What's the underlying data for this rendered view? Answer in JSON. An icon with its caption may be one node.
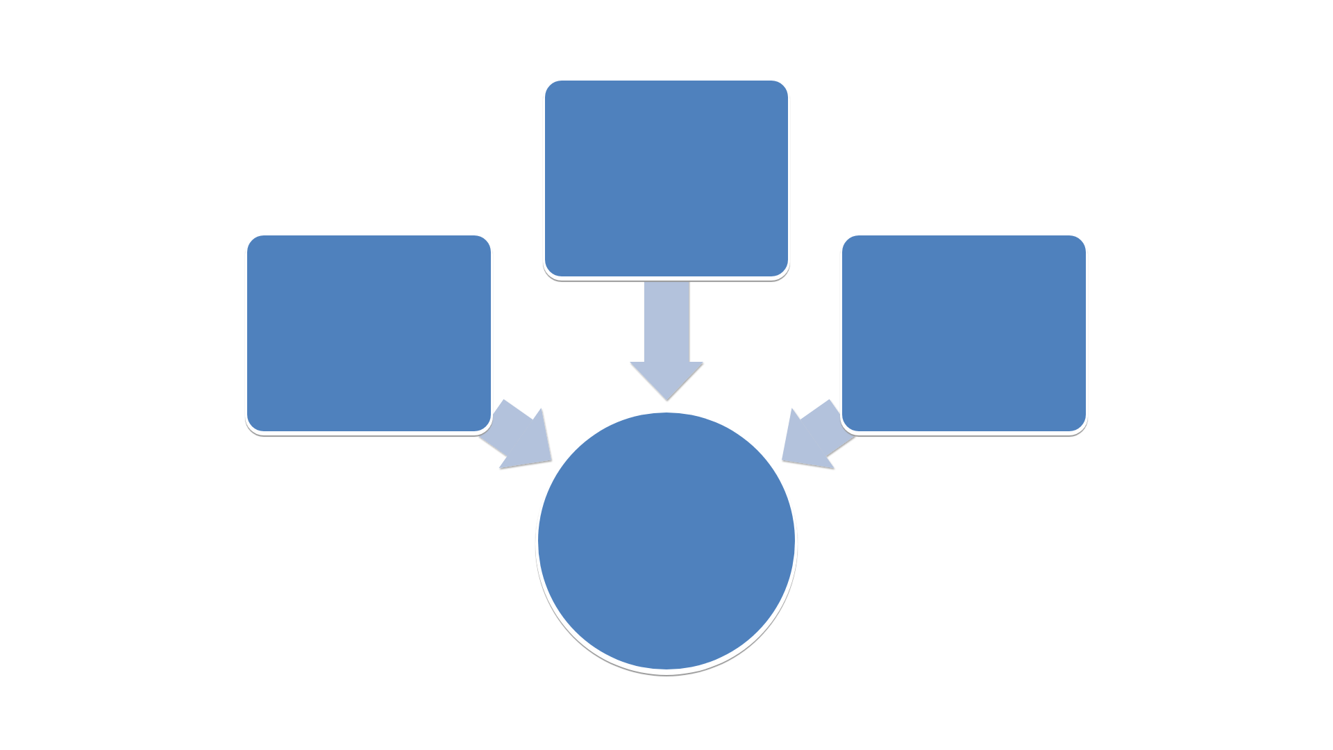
{
  "diagram": {
    "nodes": [
      {
        "text": [],
        "shape": "box"
      },
      {
        "text": [],
        "shape": "box"
      },
      {
        "text": [],
        "shape": "box"
      },
      {
        "text": [],
        "shape": "circle"
      }
    ],
    "edges": [
      {
        "from": 0,
        "to": 3,
        "arrow": "to"
      },
      {
        "from": 1,
        "to": 3,
        "arrow": "to"
      },
      {
        "from": 2,
        "to": 3,
        "arrow": "to"
      }
    ]
  }
}
